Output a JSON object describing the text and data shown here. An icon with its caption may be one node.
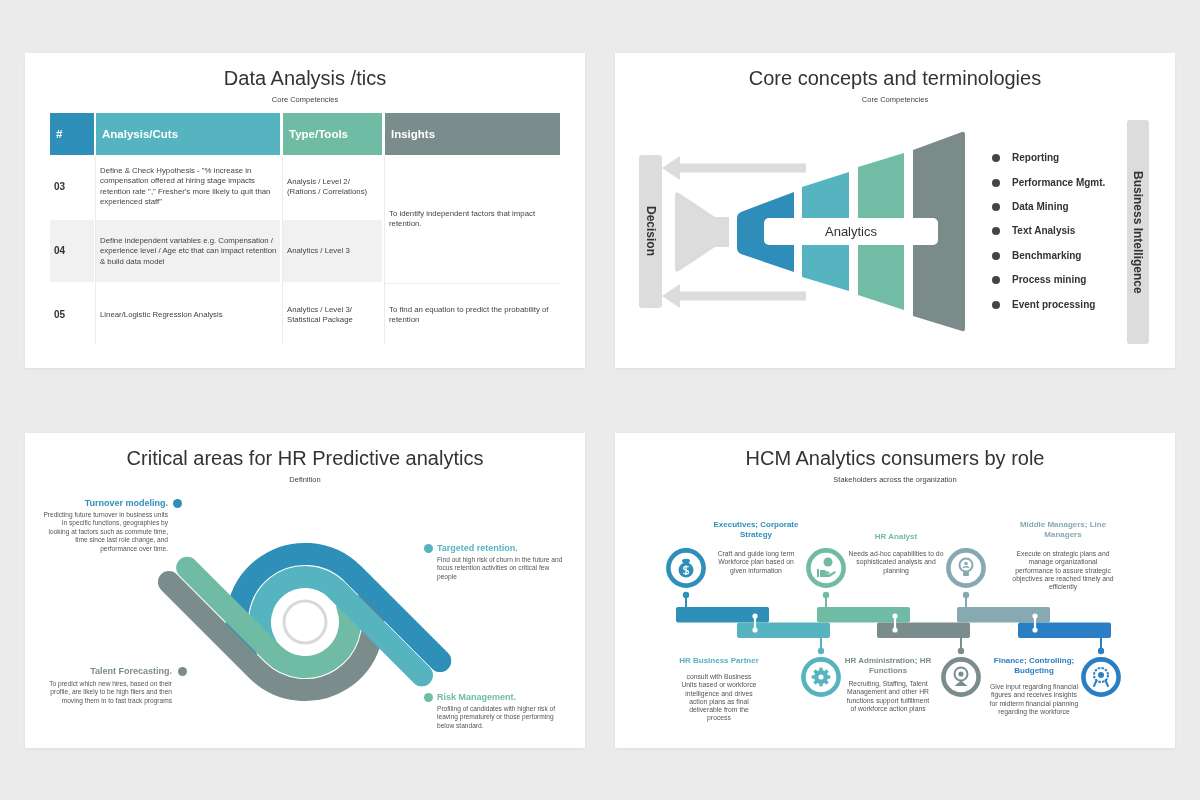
{
  "diagram": {
    "nodes": [
      {
        "text": [
          "Data Analysis /tics",
          "Core Competencies"
        ]
      },
      {
        "text": [
          "Core concepts and terminologies",
          "Core Competencies"
        ]
      },
      {
        "text": [
          "Critical areas for HR Predictive analytics",
          "Definition"
        ]
      },
      {
        "text": [
          "HCM Analytics consumers by role",
          "Stakeholders across the organization"
        ]
      },
      {
        "text": [
          "Decision"
        ],
        "in": 1
      },
      {
        "text": [
          "Analytics"
        ],
        "in": 1
      },
      {
        "text": [
          "Business Intelligence"
        ],
        "in": 1
      }
    ],
    "edges": [
      {
        "from": null,
        "to": 4,
        "arrow": "to"
      },
      {
        "from": null,
        "to": 4,
        "arrow": "to"
      }
    ],
    "labels": [
      "#",
      "Analysis/Cuts",
      "Type/Tools",
      "Insights",
      "03",
      "Define & Check Hypothesis - \"% increase in compensation offered at hiring stage impacts retention rate \",\" Fresher's more likely to quit than experienced staff\"",
      "Analysis / Level 2/ (Rations / Correlations)",
      "To identify independent factors that impact retention.",
      "04",
      "Define independent variables e.g. Compensation / experience level / Age etc that can impact retention & build data model",
      "Analytics / Level 3",
      "05",
      "Linear/Logistic Regression Analysis",
      "Analytics / Level 3/ Statistical Package",
      "To find an equation to predict the probability of retention",
      "Reporting",
      "Performance Mgmt.",
      "Data Mining",
      "Text Analysis",
      "Benchmarking",
      "Process mining",
      "Event processing",
      "Turnover modeling.",
      "Predicting future turnover in business units in specific functions, geographies by looking at factors such as commute time, time since last role change, and performance over time.",
      "Targeted retention.",
      "Find out high risk of churn in the future and focus retention activities on critical few people",
      "Talent Forecasting.",
      "To predict which new hires, based on their profile, are likely to be high fliers and then moving them in to fast track programs",
      "Risk Management.",
      "Profiling of candidates with higher risk of leaving prematurely or those performing below standard.",
      "Executives; Corporate Strategy",
      "Craft and guide long term Workforce plan based on given information",
      "HR Analyst",
      "Needs ad-hoc capabilities to do sophisticated analysis and planning",
      "Middle Managers; Line Managers",
      "Execute on strategic plans and manage organizational performance to assure strategic objectives are reached timely and efficiently",
      "HR Business Partner",
      "consult with Business Units based or workforce intelligence and drives action plans as final deliverable from the process",
      "HR Administration; HR Functions",
      "Recruiting, Staffing, Talent Management and other HR functions support fulfillment of workforce action plans",
      "Finance; Controlling; Budgeting",
      "Give input regarding financial figures and receives insights for midterm financial planning regarding the workforce"
    ]
  }
}
